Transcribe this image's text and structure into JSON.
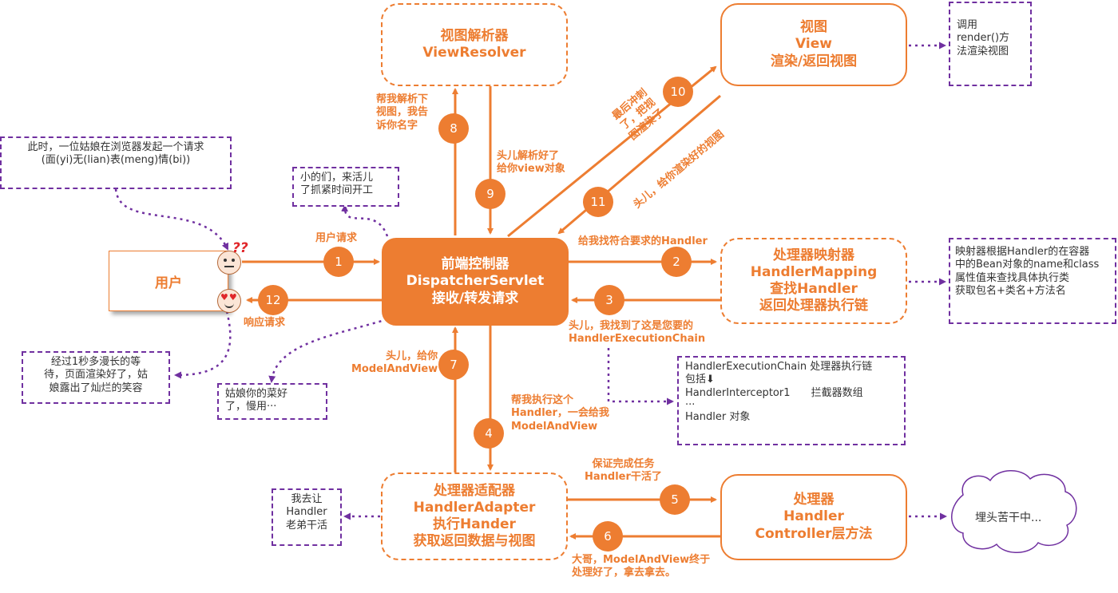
{
  "colors": {
    "accent": "#ed7d31",
    "note_border": "#7030a0",
    "text": "#333333"
  },
  "user": {
    "label": "用户"
  },
  "nodes": {
    "dispatcher": {
      "lines": [
        "前端控制器",
        "DispatcherServlet",
        "接收/转发请求"
      ]
    },
    "view_resolver": {
      "lines": [
        "视图解析器",
        "ViewResolver"
      ]
    },
    "view": {
      "lines": [
        "视图",
        "View",
        "渲染/返回视图"
      ]
    },
    "handler_mapping": {
      "lines": [
        "处理器映射器",
        "HandlerMapping",
        "查找Handler",
        "返回处理器执行链"
      ]
    },
    "handler_adapter": {
      "lines": [
        "处理器适配器",
        "HandlerAdapter",
        "执行Hander",
        "获取返回数据与视图"
      ]
    },
    "handler": {
      "lines": [
        "处理器",
        "Handler",
        "Controller层方法"
      ]
    }
  },
  "steps": [
    "1",
    "2",
    "3",
    "4",
    "5",
    "6",
    "7",
    "8",
    "9",
    "10",
    "11",
    "12"
  ],
  "labels": {
    "user_request": "用户请求",
    "response": "响应请求",
    "find_handler": "给我找符合要求的Handler",
    "found_chain": [
      "头儿，我找到了这是您要的",
      "HandlerExecutionChain"
    ],
    "execute": [
      "帮我执行这个",
      "Handler，一会给我",
      "ModelAndView"
    ],
    "give_mv": [
      "头儿，给你",
      "ModelAndView"
    ],
    "guarantee": [
      "保证完成任务",
      "Handler干活了"
    ],
    "done": [
      "大哥，ModelAndView终于",
      "处理好了，拿去拿去。"
    ],
    "parse_view": [
      "帮我解析下",
      "视图，我告",
      "诉你名字"
    ],
    "parsed": [
      "头儿解析好了",
      "给你view对象"
    ],
    "render": [
      "最后冲刺",
      "了，把视",
      "图渲染了"
    ],
    "rendered": "头儿，给你渲染好的视图"
  },
  "notes": {
    "girl": [
      "此时，一位姑娘在浏览器发起一个请求",
      "(面(yi)无(lian)表(meng)情(bi))"
    ],
    "boys": [
      "小的们，来活儿",
      "了抓紧时间开工"
    ],
    "wait": [
      "经过1秒多漫长的等",
      "待，页面渲染好了，姑",
      "娘露出了灿烂的笑容"
    ],
    "enjoy": [
      "姑娘你的菜好",
      "了，慢用···"
    ],
    "render_call": [
      "调用",
      "render()方",
      "法渲染视图"
    ],
    "mapper": [
      "映射器根据Handler的在容器",
      "中的Bean对象的name和class",
      "属性值来查找具体执行类",
      "获取包名+类名+方法名"
    ],
    "chain": {
      "title": "HandlerExecutionChain 处理器执行链",
      "include": "包括⬇",
      "interceptor": "HandlerInterceptor1",
      "interceptor_desc": "拦截器数组",
      "ellipsis": "···",
      "handler_obj": "Handler 对象"
    },
    "worker": [
      "我去让",
      "Handler",
      "老弟干活"
    ],
    "cloud": "埋头苦干中..."
  },
  "faces": {
    "confused_marks": "??",
    "smile_eyes": "♥♥"
  }
}
